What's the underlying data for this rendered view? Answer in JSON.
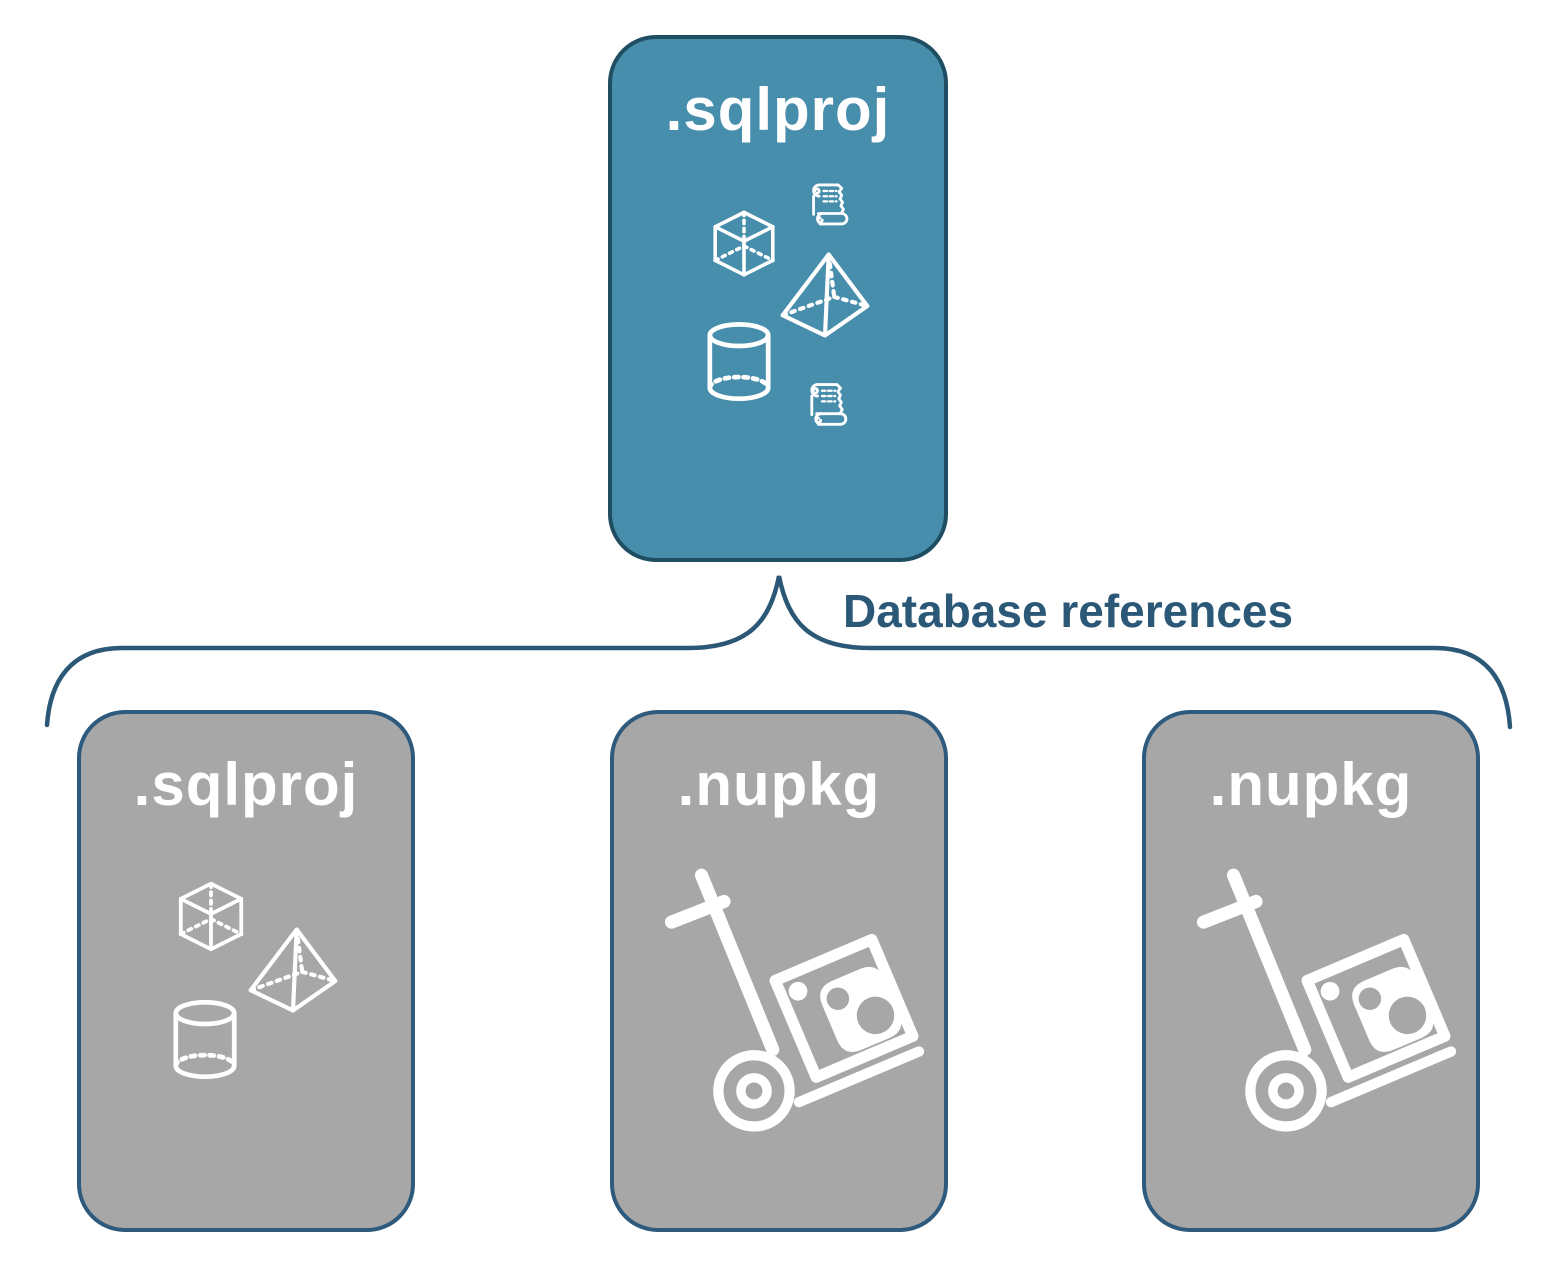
{
  "diagram": {
    "connector_label": "Database references",
    "colors": {
      "root_fill": "#478dac",
      "root_border": "#1f4e63",
      "child_fill": "#a7a7a7",
      "child_border": "#2d5a7d",
      "connector": "#2b5876",
      "icon_stroke": "#ffffff",
      "label_text": "#ffffff"
    },
    "root_node": {
      "label": ".sqlproj",
      "icons": [
        "cube-icon",
        "scroll-icon",
        "pyramid-icon",
        "cylinder-icon",
        "scroll-icon"
      ]
    },
    "child_nodes": [
      {
        "label": ".sqlproj",
        "icons": [
          "cube-icon",
          "pyramid-icon",
          "cylinder-icon"
        ]
      },
      {
        "label": ".nupkg",
        "icons": [
          "package-dolly-icon"
        ]
      },
      {
        "label": ".nupkg",
        "icons": [
          "package-dolly-icon"
        ]
      }
    ]
  }
}
